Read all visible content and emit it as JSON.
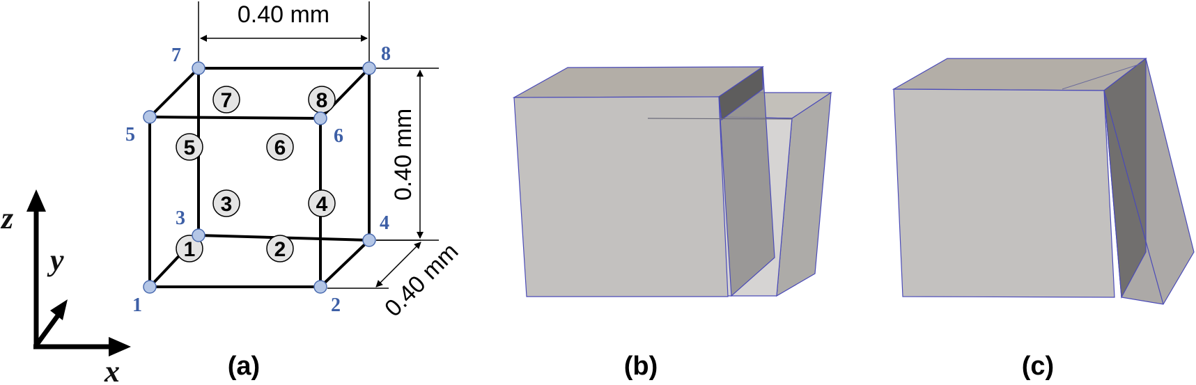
{
  "axes": {
    "x": "x",
    "y": "y",
    "z": "z"
  },
  "dimensions": {
    "top": "0.40 mm",
    "right": "0.40 mm",
    "depth": "0.40 mm"
  },
  "nodes": [
    "1",
    "2",
    "3",
    "4",
    "5",
    "6",
    "7",
    "8"
  ],
  "elements": [
    "1",
    "2",
    "3",
    "4",
    "5",
    "6",
    "7",
    "8"
  ],
  "panels": {
    "a": "(a)",
    "b": "(b)",
    "c": "(c)"
  },
  "colors": {
    "node_label": "#3d5fa6",
    "node_fill": "#b4c6e6",
    "element_fill": "#e4e4e4",
    "solid_front": "#c3c1bf",
    "solid_top": "#b3aea7",
    "solid_edge": "#4a4ab8"
  }
}
